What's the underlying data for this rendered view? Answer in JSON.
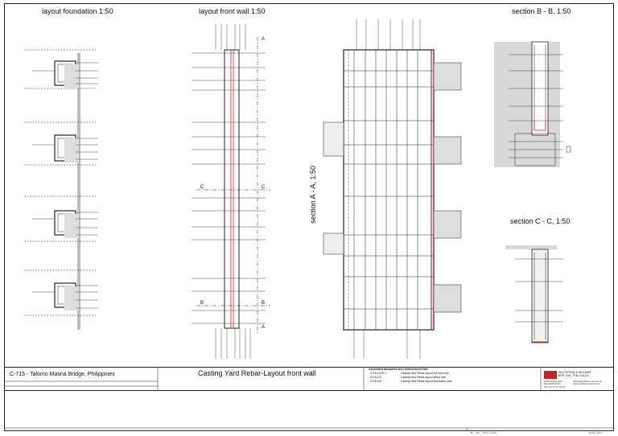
{
  "views": {
    "foundation": "layout foundation 1:50",
    "front_wall": "layout front wall 1:50",
    "section_aa": "section A - A, 1:50",
    "section_bb": "section B - B, 1:50",
    "section_cc": "section C - C, 1:50"
  },
  "cut_marks": {
    "a": "A",
    "b": "B",
    "c": "C"
  },
  "title_block": {
    "project": "C-715 - Talomo Matina Bridge, Philippines",
    "sheet_title": "Casting Yard Rebar-Layout front wall",
    "refs_title": "Associated blueprints and reinforcement lists",
    "refs": [
      {
        "code": "- 0715-112/E.1",
        "desc": "Casting Yard Rebar-layout 1st front wall"
      },
      {
        "code": "- 0715-121",
        "desc": "Casting Yard Rebar-layout shear wall"
      },
      {
        "code": "- 0715-110",
        "desc": "Casting Yard Rebar-layout foundation slab"
      }
    ],
    "company_line1": "WOLFSTEIN & WOLMER",
    "company_line2": "BPR, ING, STB / DA AG",
    "address": [
      "Hafenstraße 123",
      "DE 4628 Zürich",
      "Tel +41 47 61 75 19"
    ],
    "contact": [
      "office@wolfstein-wolmer.ch",
      "www.wolfstein-wolmer.ch"
    ]
  },
  "footer": {
    "label": "DE - CAL - 401.5_0-Zeal",
    "right": "Report 2017"
  }
}
